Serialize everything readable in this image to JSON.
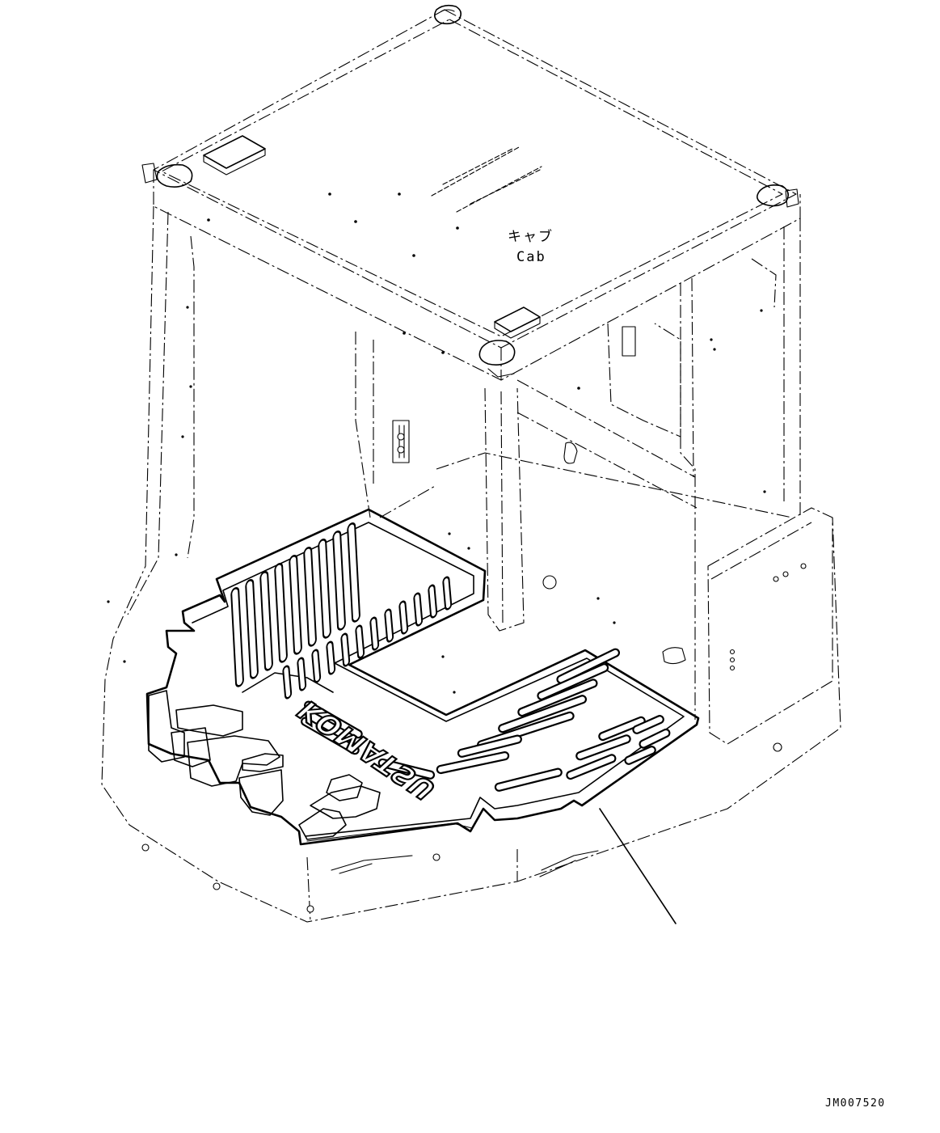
{
  "diagram": {
    "part_label_ja": "キャブ",
    "part_label_en": "Cab",
    "mat_brand": "KOMATSU",
    "drawing_code": "JM007520"
  }
}
